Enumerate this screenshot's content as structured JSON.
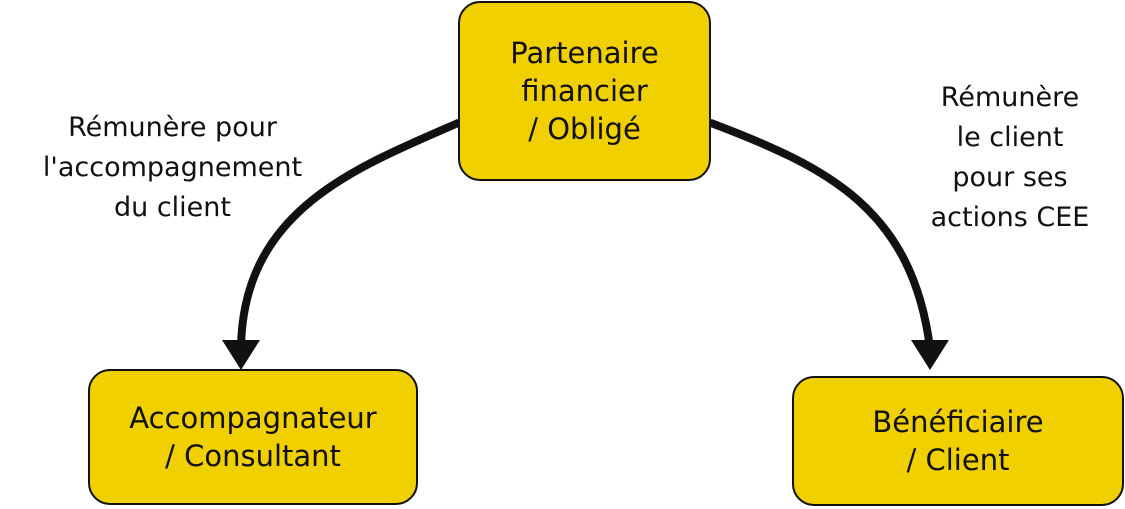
{
  "colors": {
    "node_fill": "#F0D000",
    "stroke": "#111111",
    "background": "#FFFFFF"
  },
  "nodes": {
    "top": {
      "label": "Partenaire\nfinancier\n/ Obligé"
    },
    "left": {
      "label": "Accompagnateur\n/ Consultant"
    },
    "right": {
      "label": "Bénéficiaire\n/ Client"
    }
  },
  "edges": {
    "left": {
      "label": "Rémunère pour\nl'accompagnement\ndu client"
    },
    "right": {
      "label": "Rémunère\nle client\npour ses\nactions CEE"
    }
  }
}
